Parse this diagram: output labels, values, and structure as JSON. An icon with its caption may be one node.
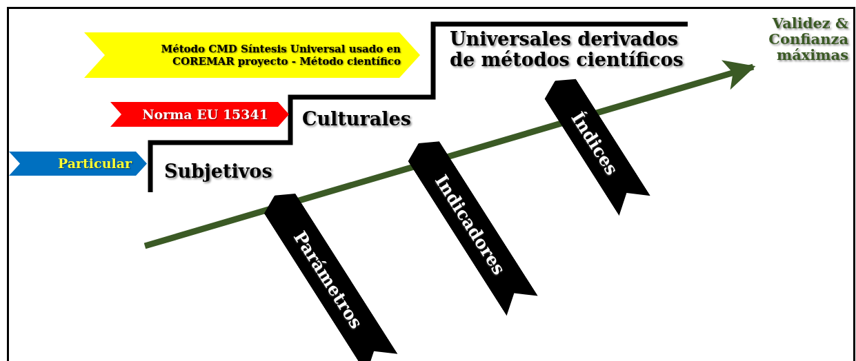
{
  "diagram": {
    "nodes": [
      {
        "text": [
          "Método CMD Síntesis Universal usado en COREMAR proyecto - Método científico"
        ]
      },
      {
        "text": [
          "Norma EU 15341"
        ]
      },
      {
        "text": [
          "Particular"
        ]
      },
      {
        "text": [
          "Subjetivos"
        ]
      },
      {
        "text": [
          "Culturales"
        ]
      },
      {
        "text": [
          "Universales derivados de métodos científicos"
        ]
      },
      {
        "text": [
          "Validez & Confianza máximas"
        ]
      },
      {
        "text": [
          "Parámetros"
        ]
      },
      {
        "text": [
          "Indicadores"
        ]
      },
      {
        "text": [
          "Índices"
        ]
      }
    ],
    "edges": [
      {
        "from": null,
        "to": 6,
        "arrow": "to",
        "color": "#3b5a25"
      }
    ]
  }
}
